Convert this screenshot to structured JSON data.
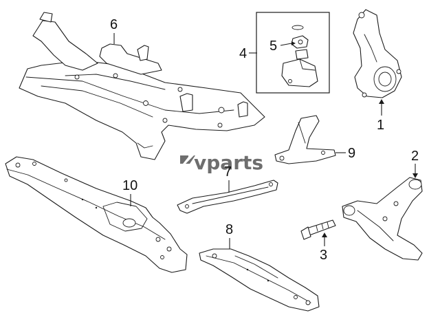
{
  "brand": {
    "logo_text": "vparts",
    "color": "#6e6e6e"
  },
  "callouts": [
    {
      "id": "callout-1",
      "label": "1"
    },
    {
      "id": "callout-2",
      "label": "2"
    },
    {
      "id": "callout-3",
      "label": "3"
    },
    {
      "id": "callout-4",
      "label": "4"
    },
    {
      "id": "callout-5",
      "label": "5"
    },
    {
      "id": "callout-6",
      "label": "6"
    },
    {
      "id": "callout-7",
      "label": "7"
    },
    {
      "id": "callout-8",
      "label": "8"
    },
    {
      "id": "callout-9",
      "label": "9"
    },
    {
      "id": "callout-10",
      "label": "10"
    }
  ],
  "colors": {
    "line": "#1a1a1a",
    "background": "#ffffff"
  }
}
